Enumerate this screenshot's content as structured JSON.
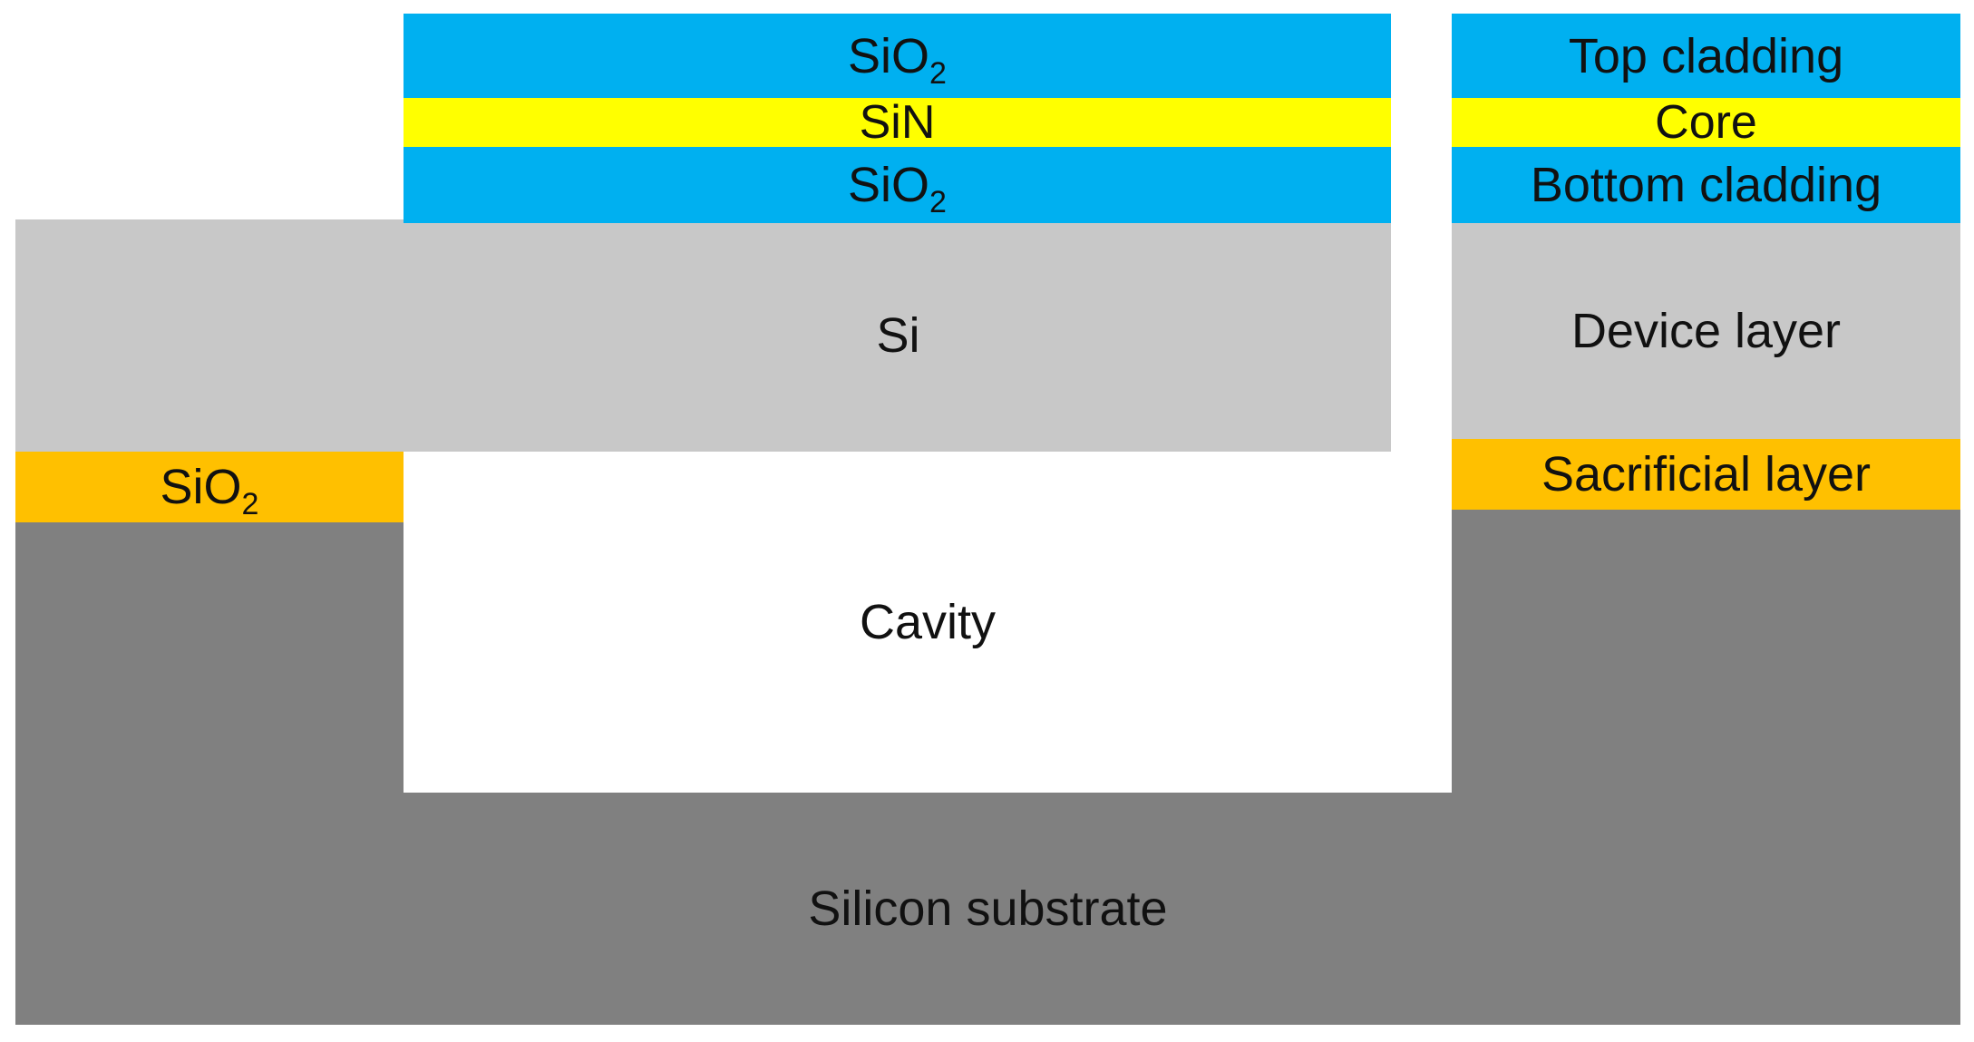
{
  "colors": {
    "sio2": "#00B0F0",
    "sin": "#FFFF00",
    "si_device": "#C8C8C8",
    "sacrificial": "#FFC000",
    "substrate": "#808080",
    "cavity": "#FFFFFF"
  },
  "structure": {
    "top_cladding": {
      "base": "SiO",
      "sub": "2"
    },
    "core": "SiN",
    "bottom_cladding": {
      "base": "SiO",
      "sub": "2"
    },
    "device": "Si",
    "sacrificial": {
      "base": "SiO",
      "sub": "2"
    },
    "cavity": "Cavity",
    "substrate": "Silicon substrate"
  },
  "legend": {
    "top_cladding": "Top cladding",
    "core": "Core",
    "bottom_cladding": "Bottom cladding",
    "device": "Device layer",
    "sacrificial": "Sacrificial layer"
  }
}
